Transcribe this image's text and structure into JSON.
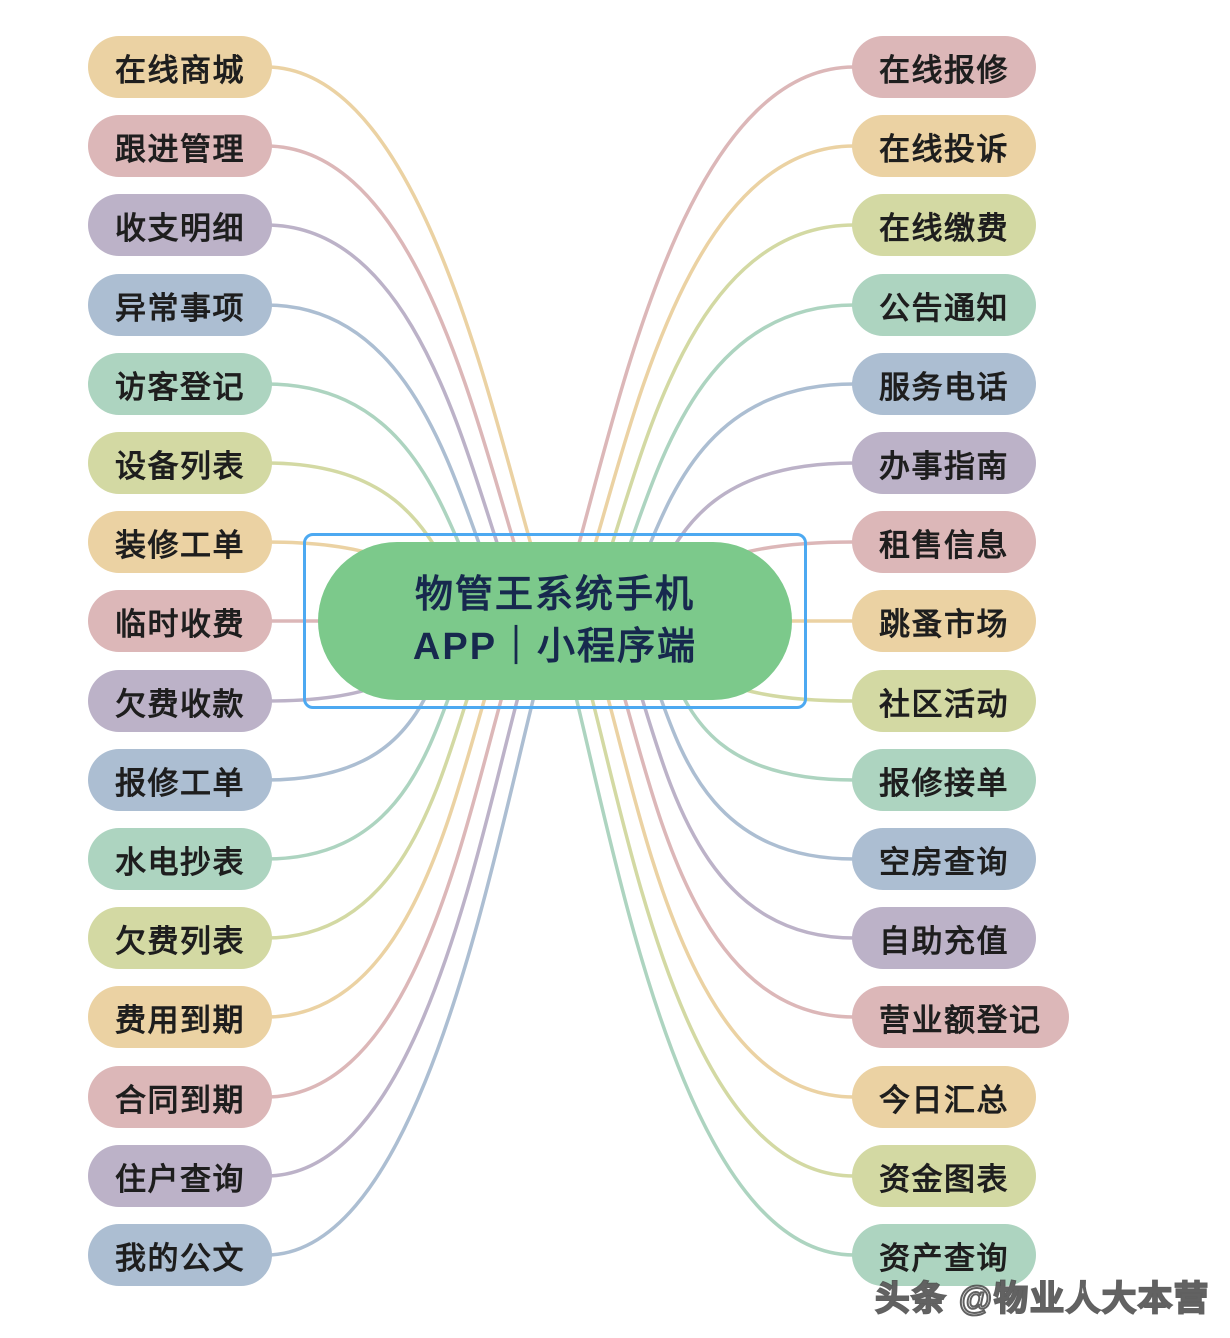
{
  "center": {
    "line1": "物管王系统手机",
    "line2": "APP｜小程序端",
    "fill": "#7cc98b",
    "selection_border_color": "#4da9f1",
    "text_color": "#17294e"
  },
  "left_nodes": [
    {
      "label": "在线商城",
      "color": "#ebd2a3"
    },
    {
      "label": "跟进管理",
      "color": "#dcb7b8"
    },
    {
      "label": "收支明细",
      "color": "#bcb2c8"
    },
    {
      "label": "异常事项",
      "color": "#acbed2"
    },
    {
      "label": "访客登记",
      "color": "#add4c0"
    },
    {
      "label": "设备列表",
      "color": "#d3d9a3"
    },
    {
      "label": "装修工单",
      "color": "#ebd2a3"
    },
    {
      "label": "临时收费",
      "color": "#dcb7b8"
    },
    {
      "label": "欠费收款",
      "color": "#bcb2c8"
    },
    {
      "label": "报修工单",
      "color": "#acbed2"
    },
    {
      "label": "水电抄表",
      "color": "#add4c0"
    },
    {
      "label": "欠费列表",
      "color": "#d3d9a3"
    },
    {
      "label": "费用到期",
      "color": "#ebd2a3"
    },
    {
      "label": "合同到期",
      "color": "#dcb7b8"
    },
    {
      "label": "住户查询",
      "color": "#bcb2c8"
    },
    {
      "label": "我的公文",
      "color": "#acbed2"
    }
  ],
  "right_nodes": [
    {
      "label": "在线报修",
      "color": "#dcb7b8"
    },
    {
      "label": "在线投诉",
      "color": "#ebd2a3"
    },
    {
      "label": "在线缴费",
      "color": "#d3d9a3"
    },
    {
      "label": "公告通知",
      "color": "#add4c0"
    },
    {
      "label": "服务电话",
      "color": "#acbed2"
    },
    {
      "label": "办事指南",
      "color": "#bcb2c8"
    },
    {
      "label": "租售信息",
      "color": "#dcb7b8"
    },
    {
      "label": "跳蚤市场",
      "color": "#ebd2a3"
    },
    {
      "label": "社区活动",
      "color": "#d3d9a3"
    },
    {
      "label": "报修接单",
      "color": "#add4c0"
    },
    {
      "label": "空房查询",
      "color": "#acbed2"
    },
    {
      "label": "自助充值",
      "color": "#bcb2c8"
    },
    {
      "label": "营业额登记",
      "color": "#dcb7b8"
    },
    {
      "label": "今日汇总",
      "color": "#ebd2a3"
    },
    {
      "label": "资金图表",
      "color": "#d3d9a3"
    },
    {
      "label": "资产查询",
      "color": "#add4c0"
    }
  ],
  "watermark": {
    "text": "头条 @物业人大本营"
  }
}
